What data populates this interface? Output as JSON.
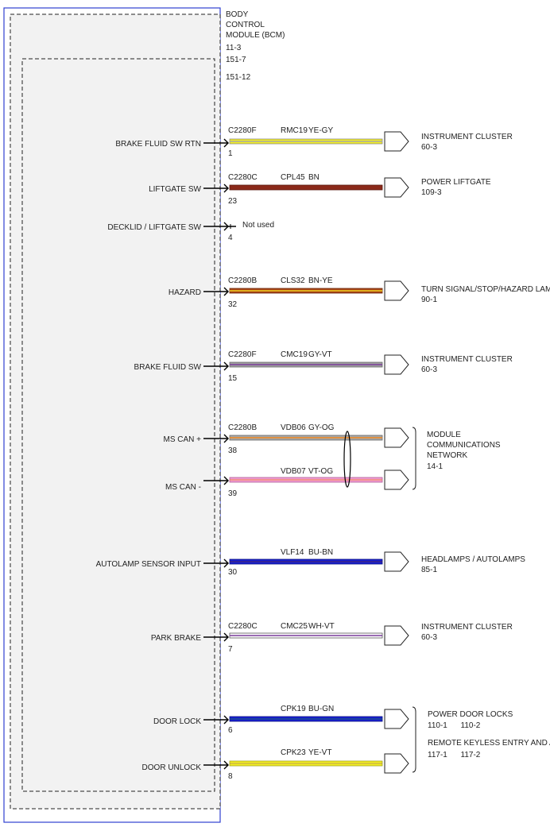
{
  "module": {
    "title_lines": [
      "BODY",
      "CONTROL",
      "MODULE (BCM)"
    ],
    "refs": [
      "11-3",
      "151-7",
      "151-12"
    ]
  },
  "circuits": [
    {
      "pin_label": "BRAKE FLUID SW RTN",
      "connector": "C2280F",
      "circuit": "RMC19",
      "color_code": "YE-GY",
      "pin": "1",
      "wire_main": "#f2ee20",
      "wire_stripe": "#a8a8a8",
      "dest_lines": [
        "INSTRUMENT CLUSTER",
        "60-3"
      ]
    },
    {
      "pin_label": "LIFTGATE SW",
      "connector": "C2280C",
      "circuit": "CPL45",
      "color_code": "BN",
      "pin": "23",
      "wire_main": "#8b2a1a",
      "wire_stripe": "#8b2a1a",
      "dest_lines": [
        "POWER LIFTGATE",
        "109-3"
      ]
    },
    {
      "pin_label": "DECKLID / LIFTGATE SW",
      "pin": "4",
      "not_used_text": "Not used"
    },
    {
      "pin_label": "HAZARD",
      "connector": "C2280B",
      "circuit": "CLS32",
      "color_code": "BN-YE",
      "pin": "32",
      "wire_main": "#a84416",
      "wire_stripe": "#f0d020",
      "dest_lines": [
        "TURN SIGNAL/STOP/HAZARD LAMPS",
        "90-1"
      ]
    },
    {
      "pin_label": "BRAKE FLUID SW",
      "connector": "C2280F",
      "circuit": "CMC19",
      "color_code": "GY-VT",
      "pin": "15",
      "wire_main": "#a0a0a0",
      "wire_stripe": "#7a3c9a",
      "dest_lines": [
        "INSTRUMENT CLUSTER",
        "60-3"
      ]
    },
    {
      "pin_label": "MS CAN +",
      "connector": "C2280B",
      "circuit": "VDB06",
      "color_code": "GY-OG",
      "pin": "38",
      "wire_main": "#a8a8a8",
      "wire_stripe": "#f08820"
    },
    {
      "pin_label": "MS CAN -",
      "circuit": "VDB07",
      "color_code": "VT-OG",
      "pin": "39",
      "wire_main": "#f09ad0",
      "wire_stripe": "#f08820"
    },
    {
      "pin_label": "AUTOLAMP SENSOR INPUT",
      "circuit": "VLF14",
      "color_code": "BU-BN",
      "pin": "30",
      "wire_main": "#1820d0",
      "wire_stripe": "#6a2a18",
      "dest_lines": [
        "HEADLAMPS / AUTOLAMPS",
        "85-1"
      ]
    },
    {
      "pin_label": "PARK BRAKE",
      "connector": "C2280C",
      "circuit": "CMC25",
      "color_code": "WH-VT",
      "pin": "7",
      "wire_main": "#ffffff",
      "wire_stripe": "#7a3c9a",
      "dest_lines": [
        "INSTRUMENT CLUSTER",
        "60-3"
      ]
    },
    {
      "pin_label": "DOOR LOCK",
      "circuit": "CPK19",
      "color_code": "BU-GN",
      "pin": "6",
      "wire_main": "#1820d0",
      "wire_stripe": "#208a30"
    },
    {
      "pin_label": "DOOR UNLOCK",
      "circuit": "CPK23",
      "color_code": "YE-VT",
      "pin": "8",
      "wire_main": "#f2ee20",
      "wire_stripe": "#7a3c9a"
    }
  ],
  "groups": {
    "mscan": {
      "lines": [
        "MODULE",
        "COMMUNICATIONS",
        "NETWORK",
        "14-1"
      ]
    },
    "doors": {
      "lines": [
        "POWER DOOR LOCKS",
        "110-1      110-2",
        "REMOTE KEYLESS ENTRY AND ALARM",
        "117-1      117-2"
      ]
    }
  },
  "colors": {
    "module_border": "#3040d0",
    "module_fill": "#f2f2f2"
  }
}
